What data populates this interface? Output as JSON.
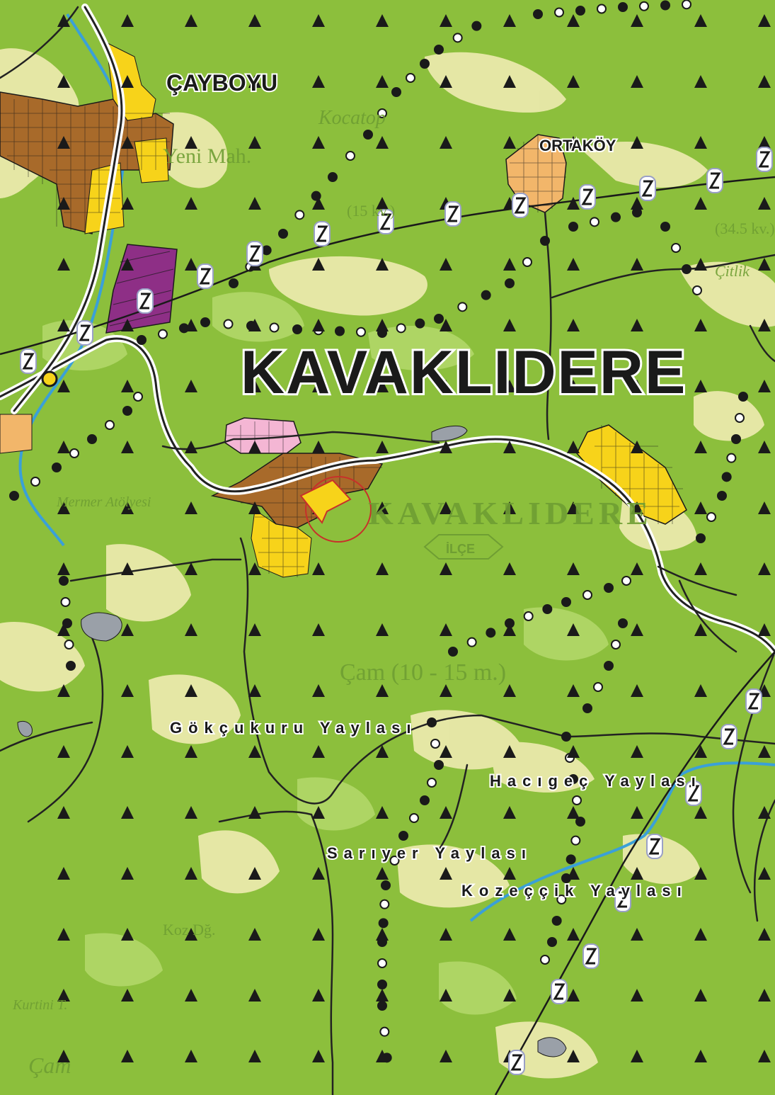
{
  "map": {
    "title": "KAVAKLIDERE",
    "settlements": {
      "caybuyu": "ÇAYBOYU",
      "ortakoy": "ORTAKÖY"
    },
    "district_badge": "İLÇE",
    "faded_labels": {
      "kavaklidere_faded": "KAVAKLIDERE",
      "yeni_mah": "Yeni Mah.",
      "cam_height": "Çam (10 - 15 m.)",
      "cam_bottom": "Çam",
      "mermer_atolyesi": "Mermer Atölyesi",
      "kurtini": "Kurtini T.",
      "koz_dg": "Koz Dğ.",
      "kocatop": "Kocatop",
      "cilik": "Çitlik",
      "power_15": "(15 kv.)",
      "power_345": "(34.5 kv.)"
    },
    "yayla_labels": {
      "gokcukuru": "Gökçukuru Yaylası",
      "haciger": "Hacıgeç Yaylası",
      "sariyer": "Sarıyer Yaylası",
      "kozeccik": "Kozeççik Yaylası"
    },
    "colors": {
      "forest": "#8cbf3c",
      "clearing": "#f1efb0",
      "settlement_brown": "#a86a2a",
      "settlement_yellow": "#f7d31a",
      "settlement_orange": "#f2b66a",
      "industrial_purple": "#8e2f86",
      "pink_zone": "#f4b6d4",
      "river": "#3aa0d8",
      "road": "#222222",
      "marker": "#c8302a"
    },
    "symbols": {
      "tree": "triangle",
      "dotline": "dot",
      "power": "zigzag"
    }
  }
}
